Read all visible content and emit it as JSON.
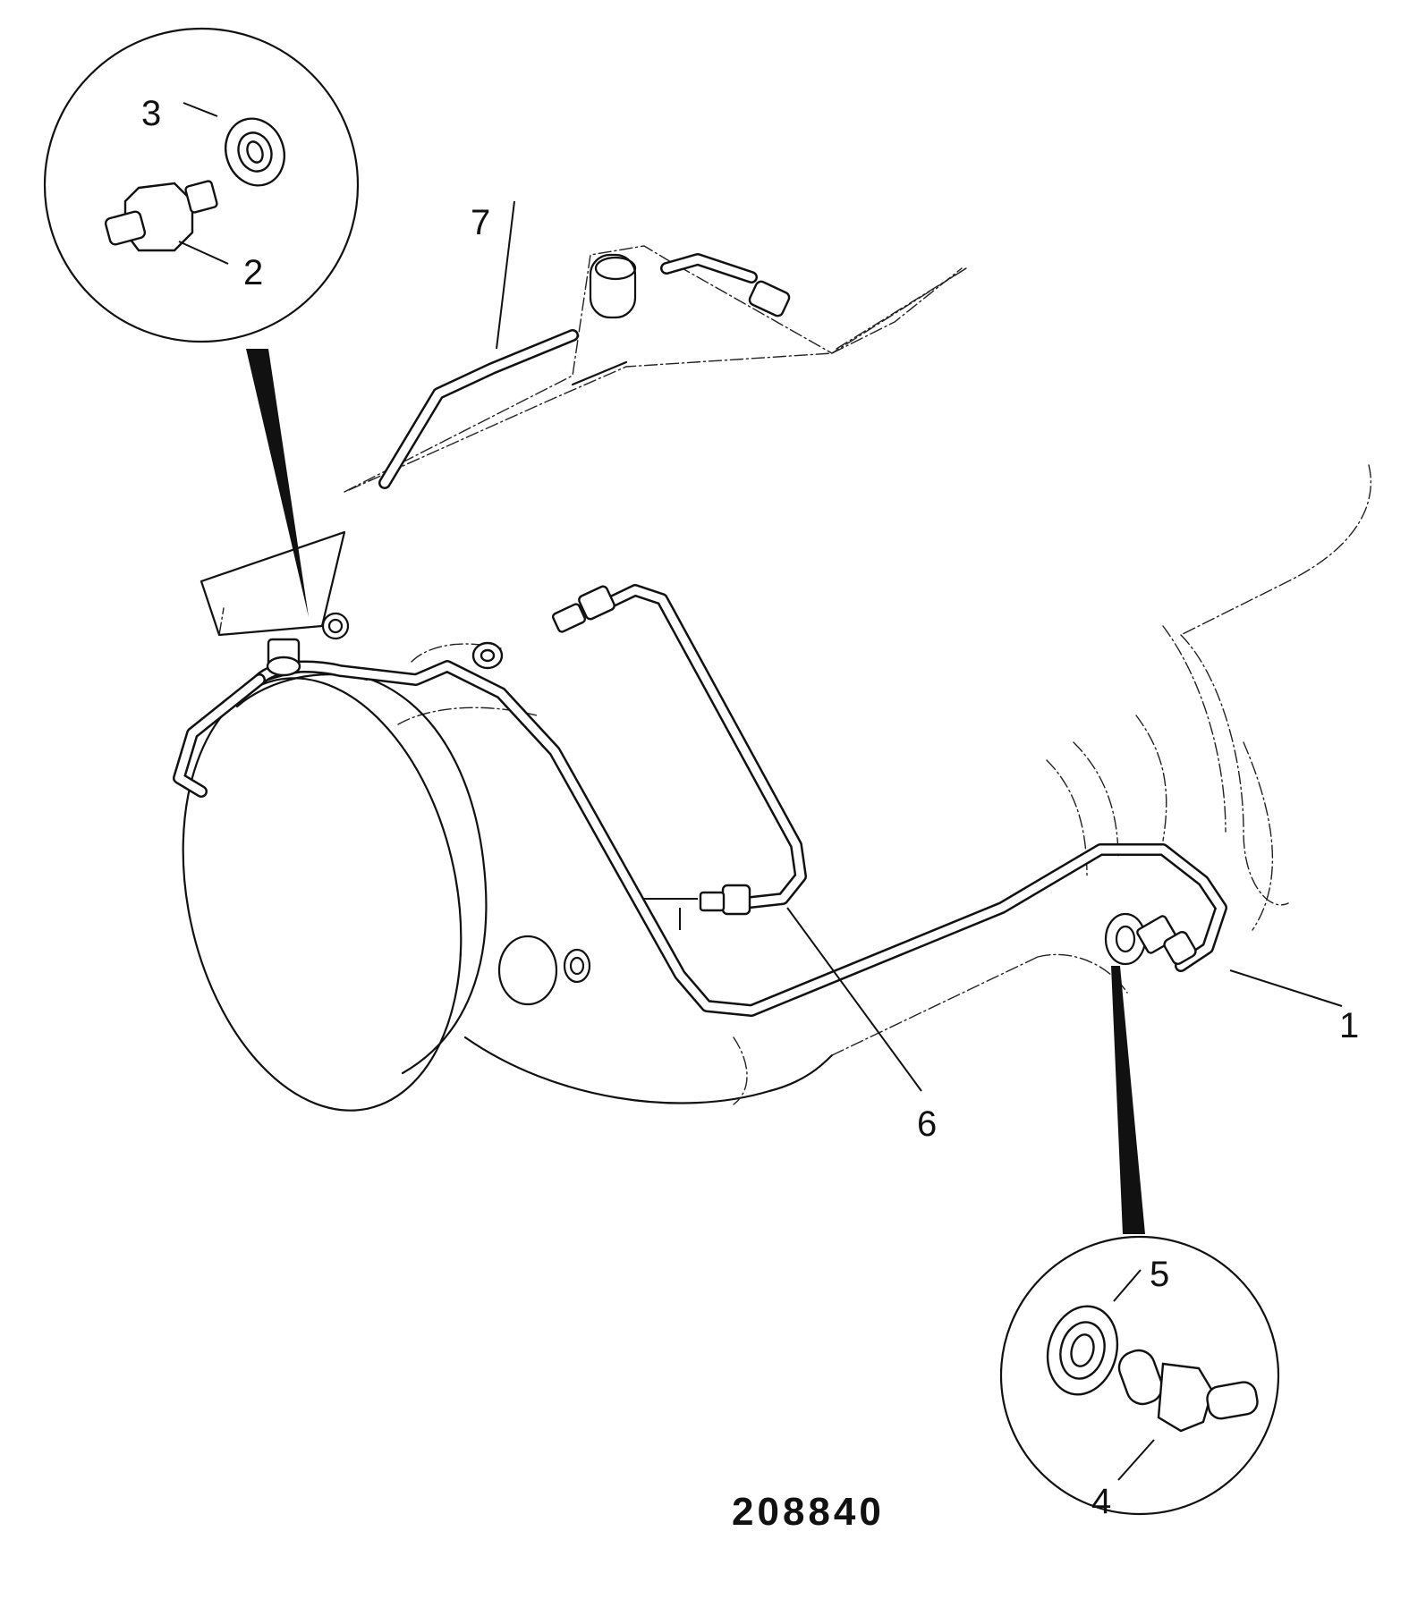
{
  "diagram": {
    "figure_number": "208840",
    "callouts": {
      "c1": "1",
      "c2": "2",
      "c3": "3",
      "c4": "4",
      "c5": "5",
      "c6": "6",
      "c7": "7"
    }
  }
}
